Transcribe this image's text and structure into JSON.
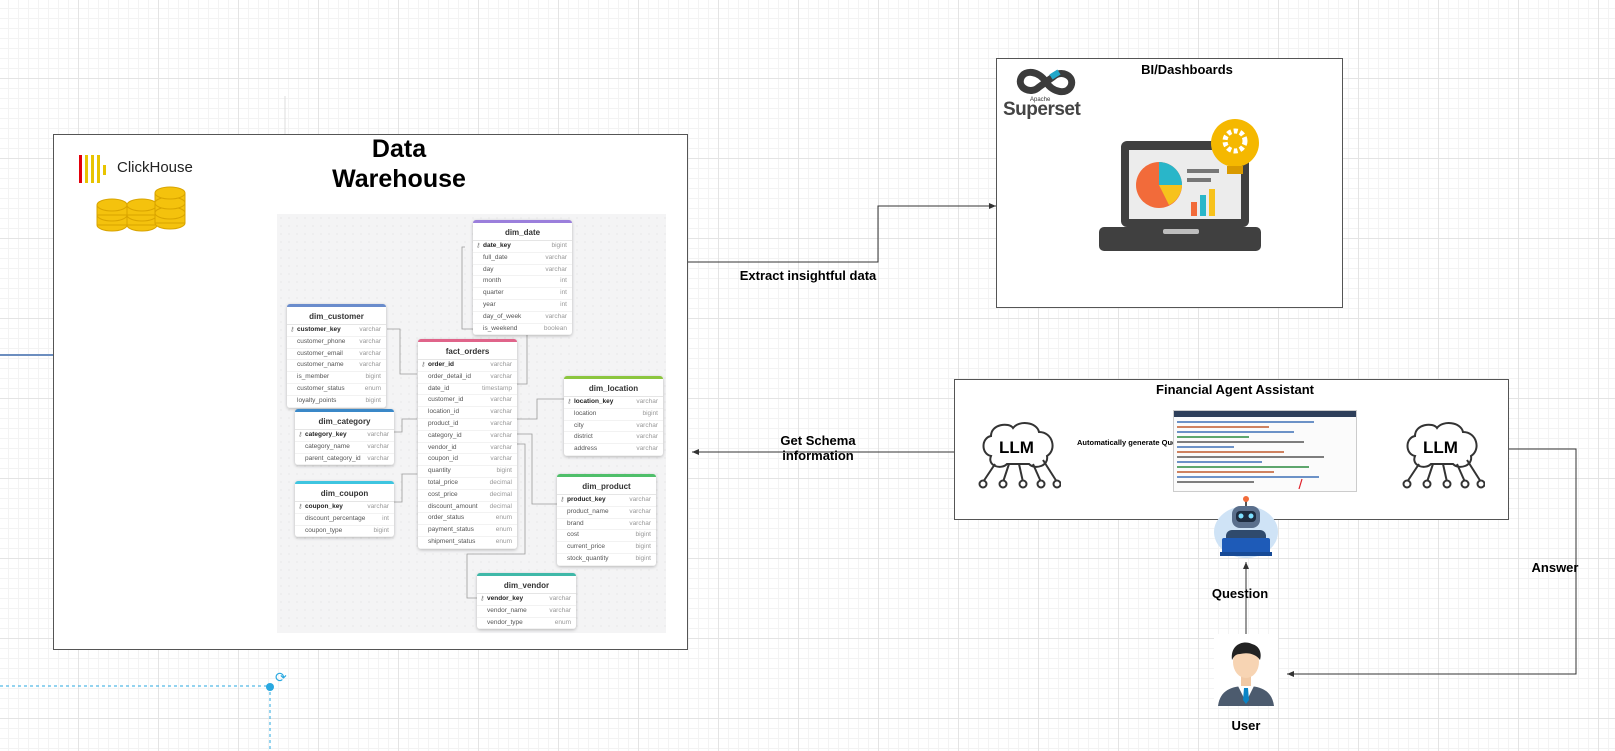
{
  "data_warehouse": {
    "title_line1": "Data",
    "title_line2": "Warehouse",
    "brand": "ClickHouse"
  },
  "erd_tables": {
    "dim_date": {
      "name": "dim_date",
      "color": "#9b7fdc",
      "rows": [
        {
          "col": "date_key",
          "type": "bigint",
          "pk": true
        },
        {
          "col": "full_date",
          "type": "varchar"
        },
        {
          "col": "day",
          "type": "varchar"
        },
        {
          "col": "month",
          "type": "int"
        },
        {
          "col": "quarter",
          "type": "int"
        },
        {
          "col": "year",
          "type": "int"
        },
        {
          "col": "day_of_week",
          "type": "varchar"
        },
        {
          "col": "is_weekend",
          "type": "boolean"
        }
      ]
    },
    "dim_customer": {
      "name": "dim_customer",
      "color": "#6a8ccc",
      "rows": [
        {
          "col": "customer_key",
          "type": "varchar",
          "pk": true
        },
        {
          "col": "customer_phone",
          "type": "varchar"
        },
        {
          "col": "customer_email",
          "type": "varchar"
        },
        {
          "col": "customer_name",
          "type": "varchar"
        },
        {
          "col": "is_member",
          "type": "bigint"
        },
        {
          "col": "customer_status",
          "type": "enum"
        },
        {
          "col": "loyalty_points",
          "type": "bigint"
        }
      ]
    },
    "fact_orders": {
      "name": "fact_orders",
      "color": "#e0648a",
      "rows": [
        {
          "col": "order_id",
          "type": "varchar",
          "pk": true
        },
        {
          "col": "order_detail_id",
          "type": "varchar"
        },
        {
          "col": "date_id",
          "type": "timestamp"
        },
        {
          "col": "customer_id",
          "type": "varchar"
        },
        {
          "col": "location_id",
          "type": "varchar"
        },
        {
          "col": "product_id",
          "type": "varchar"
        },
        {
          "col": "category_id",
          "type": "varchar"
        },
        {
          "col": "vendor_id",
          "type": "varchar"
        },
        {
          "col": "coupon_id",
          "type": "varchar"
        },
        {
          "col": "quantity",
          "type": "bigint"
        },
        {
          "col": "total_price",
          "type": "decimal"
        },
        {
          "col": "cost_price",
          "type": "decimal"
        },
        {
          "col": "discount_amount",
          "type": "decimal"
        },
        {
          "col": "order_status",
          "type": "enum"
        },
        {
          "col": "payment_status",
          "type": "enum"
        },
        {
          "col": "shipment_status",
          "type": "enum"
        }
      ]
    },
    "dim_location": {
      "name": "dim_location",
      "color": "#8cc63f",
      "rows": [
        {
          "col": "location_key",
          "type": "varchar",
          "pk": true
        },
        {
          "col": "location",
          "type": "bigint"
        },
        {
          "col": "city",
          "type": "varchar"
        },
        {
          "col": "district",
          "type": "varchar"
        },
        {
          "col": "address",
          "type": "varchar"
        }
      ]
    },
    "dim_category": {
      "name": "dim_category",
      "color": "#3a88c8",
      "rows": [
        {
          "col": "category_key",
          "type": "varchar",
          "pk": true
        },
        {
          "col": "category_name",
          "type": "varchar"
        },
        {
          "col": "parent_category_id",
          "type": "varchar"
        }
      ]
    },
    "dim_coupon": {
      "name": "dim_coupon",
      "color": "#3ec5e0",
      "rows": [
        {
          "col": "coupon_key",
          "type": "varchar",
          "pk": true
        },
        {
          "col": "discount_percentage",
          "type": "int"
        },
        {
          "col": "coupon_type",
          "type": "bigint"
        }
      ]
    },
    "dim_product": {
      "name": "dim_product",
      "color": "#4fbf6a",
      "rows": [
        {
          "col": "product_key",
          "type": "varchar",
          "pk": true
        },
        {
          "col": "product_name",
          "type": "varchar"
        },
        {
          "col": "brand",
          "type": "varchar"
        },
        {
          "col": "cost",
          "type": "bigint"
        },
        {
          "col": "current_price",
          "type": "bigint"
        },
        {
          "col": "stock_quantity",
          "type": "bigint"
        }
      ]
    },
    "dim_vendor": {
      "name": "dim_vendor",
      "color": "#3fb8a8",
      "rows": [
        {
          "col": "vendor_key",
          "type": "varchar",
          "pk": true
        },
        {
          "col": "vendor_name",
          "type": "varchar"
        },
        {
          "col": "vendor_type",
          "type": "enum"
        }
      ]
    }
  },
  "bi": {
    "title": "BI/Dashboards",
    "logo_small": "Apache",
    "logo_text": "Superset"
  },
  "agent": {
    "title": "Financial Agent Assistant",
    "llm_left": "LLM",
    "llm_right": "LLM",
    "auto_query": "Automatically generate Query"
  },
  "edges": {
    "extract": "Extract insightful data",
    "schema_line1": "Get Schema",
    "schema_line2": "information",
    "question": "Question",
    "answer": "Answer"
  },
  "user": {
    "label": "User"
  }
}
